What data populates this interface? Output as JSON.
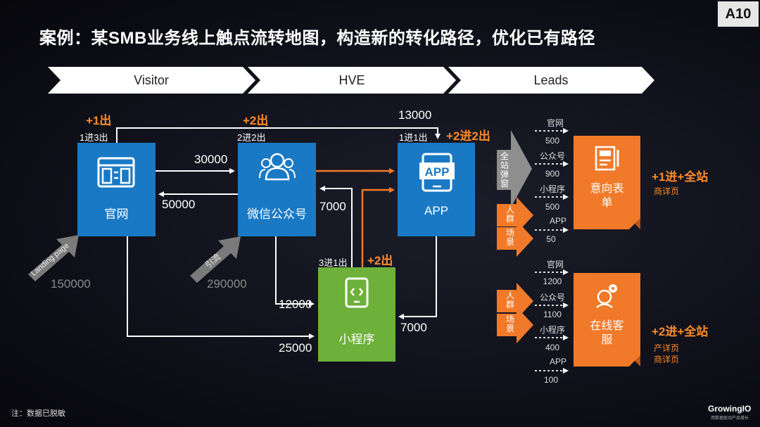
{
  "slide": {
    "title": "案例：某SMB业务线上触点流转地图，构造新的转化路径，优化已有路径",
    "tag": "A10",
    "note": "注：数据已脱敏",
    "logo": "GrowingIO",
    "logo_sub": "用数据驱动产品增长"
  },
  "stages": [
    "Visitor",
    "HVE",
    "Leads"
  ],
  "nodes": {
    "guanwang": {
      "label": "官网",
      "io": "1进3出",
      "gain": "+1出"
    },
    "weixin": {
      "label": "微信公众号",
      "io": "2进2出",
      "gain": "+2出"
    },
    "app": {
      "label": "APP",
      "io": "1进1出",
      "gain": "+2进2出"
    },
    "xiaochengxu": {
      "label": "小程序",
      "io": "3进1出",
      "gain": "+2出"
    }
  },
  "flows": {
    "gw_wx": "30000",
    "wx_gw": "50000",
    "top": "13000",
    "xcx_wx": "7000",
    "wx_xcx": "12000",
    "gw_xcx": "25000",
    "app_xcx": "7000"
  },
  "sources": {
    "landing": {
      "label": "Landing page",
      "value": "150000"
    },
    "yinliu": {
      "label": "引流",
      "value": "290000"
    }
  },
  "side_labels": {
    "quanzhan": "全站弹窗",
    "renqun": "人群",
    "changjing": "场景"
  },
  "lead_top": {
    "channels": [
      {
        "name": "官网",
        "value": "500"
      },
      {
        "name": "公众号",
        "value": "900"
      },
      {
        "name": "小程序",
        "value": "500"
      },
      {
        "name": "APP",
        "value": "50"
      }
    ],
    "target": "意向表单",
    "result": "+1进+全站",
    "result_sub": "商详页"
  },
  "lead_bottom": {
    "channels": [
      {
        "name": "官网",
        "value": "1200"
      },
      {
        "name": "公众号",
        "value": "1100"
      },
      {
        "name": "小程序",
        "value": "400"
      },
      {
        "name": "APP",
        "value": "100"
      }
    ],
    "target": "在线客服",
    "result": "+2进+全站",
    "result_sub1": "产详页",
    "result_sub2": "商详页"
  },
  "colors": {
    "blue": "#1a79c4",
    "green": "#6db03a",
    "orange": "#f07a2a",
    "accent_text": "#ff8a2a"
  }
}
